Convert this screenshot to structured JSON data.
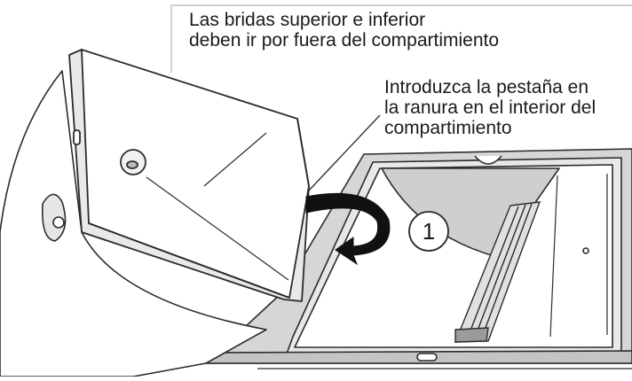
{
  "figure": {
    "callouts": [
      {
        "id": "flanges-note",
        "text": "Las bridas superior e inferior\ndeben ir por fuera del compartimiento"
      },
      {
        "id": "tab-note",
        "text": "Introduzca la pestaña en\nla ranura en el interior del\ncompartimiento"
      }
    ],
    "step_number": "1",
    "colors": {
      "line": "#2b2b2b",
      "shade_light": "#d9d9d9",
      "shade_mid": "#bfbfbf",
      "shade_dark": "#9a9a9a",
      "arrow": "#111111"
    }
  }
}
